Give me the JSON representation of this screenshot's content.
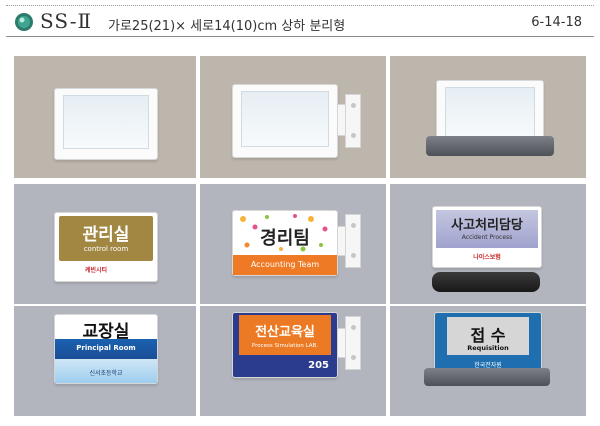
{
  "header": {
    "model": "SS-Ⅱ",
    "description": "가로25(21)× 세로14(10)cm  상하 분리형",
    "code": "6-14-18"
  },
  "signs": {
    "admin": {
      "title": "관리실",
      "subtitle": "control room",
      "logo": "케빈시티"
    },
    "accounting": {
      "title": "경리팀",
      "subtitle": "Accounting Team"
    },
    "accident": {
      "title": "사고처리담당",
      "subtitle": "Accident Process",
      "logo": "나이스보험"
    },
    "teachers": {
      "title": "교장실",
      "subtitle": "Principal Room",
      "footer": "신서초등학교"
    },
    "training": {
      "title": "전산교육실",
      "subtitle": "Process Simulation LAB.",
      "number": "205"
    },
    "reception": {
      "title": "접 수",
      "subtitle": "Requisition",
      "logo": "한국전자원"
    }
  },
  "colors": {
    "cell_top": "#bdb6ad",
    "cell_bottom": "#b2b5bd",
    "admin_gold": "#a28743",
    "accounting_orange": "#ee7a25",
    "training_navy": "#2b3c8e",
    "reception_blue": "#1f6fb0"
  }
}
